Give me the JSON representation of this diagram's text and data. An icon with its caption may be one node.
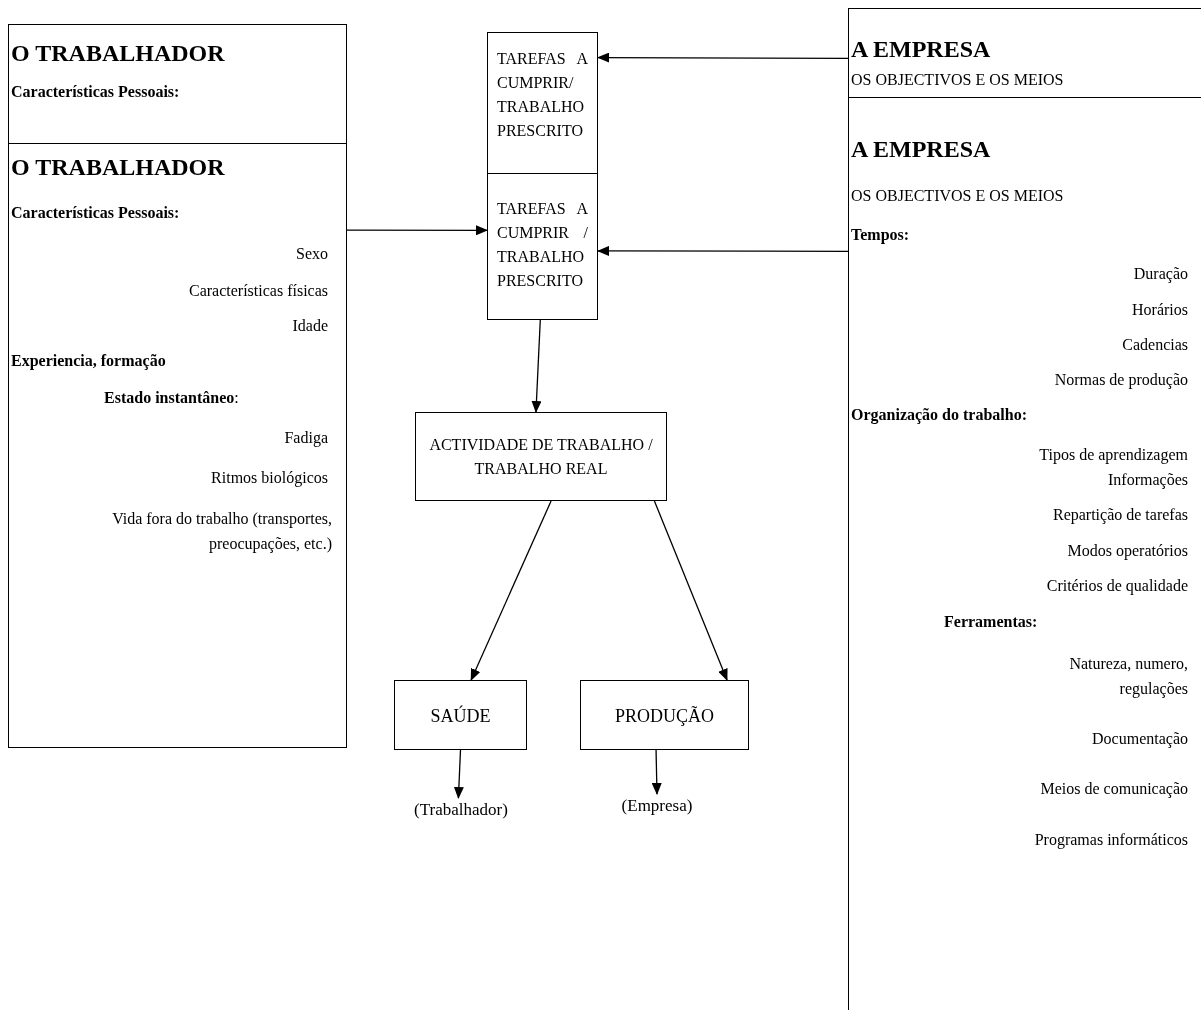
{
  "diagram": {
    "nodes": [
      {
        "text": [
          "O TRABALHADOR",
          "Características Pessoais:"
        ]
      },
      {
        "text": [
          "O TRABALHADOR",
          "Características Pessoais:",
          "Sexo",
          "Características físicas",
          "Idade",
          "Experiencia, formação",
          "**Estado instantâneo**:",
          "Fadiga",
          "Ritmos biológicos",
          "Vida fora do trabalho (transportes, preocupações, etc.)"
        ]
      },
      {
        "text": [
          "TAREFAS A CUMPRIR/ TRABALHO PRESCRITO"
        ]
      },
      {
        "text": [
          "TAREFAS A CUMPRIR / TRABALHO PRESCRITO"
        ]
      },
      {
        "text": [
          "A EMPRESA",
          "OS OBJECTIVOS E OS MEIOS"
        ]
      },
      {
        "text": [
          "A EMPRESA",
          "OS OBJECTIVOS E OS MEIOS",
          "Tempos:",
          "Duração",
          "Horários",
          "Cadencias",
          "Normas de produção",
          "Organização do trabalho:",
          "Tipos de aprendizagem Informações",
          "Repartição de tarefas",
          "Modos operatórios",
          "Critérios de qualidade",
          "Ferramentas:",
          "Natureza, numero, regulações",
          "Documentação",
          "Meios de comunicação",
          "Programas informáticos"
        ]
      },
      {
        "text": [
          "ACTIVIDADE DE TRABALHO / TRABALHO REAL"
        ]
      },
      {
        "text": [
          "SAÚDE"
        ]
      },
      {
        "text": [
          "PRODUÇÃO"
        ]
      },
      {
        "text": [
          "(Trabalhador)"
        ]
      },
      {
        "text": [
          "(Empresa)"
        ]
      }
    ],
    "edges": [
      {
        "from": 4,
        "to": 2,
        "arrow": "to"
      },
      {
        "from": 1,
        "to": 3,
        "arrow": "to"
      },
      {
        "from": 5,
        "to": 3,
        "arrow": "to"
      },
      {
        "from": 3,
        "to": 6,
        "arrow": "to"
      },
      {
        "from": 6,
        "to": 7,
        "arrow": "to"
      },
      {
        "from": 6,
        "to": 8,
        "arrow": "to"
      },
      {
        "from": 7,
        "to": 9,
        "arrow": "to"
      },
      {
        "from": 8,
        "to": 10,
        "arrow": "to"
      }
    ]
  }
}
